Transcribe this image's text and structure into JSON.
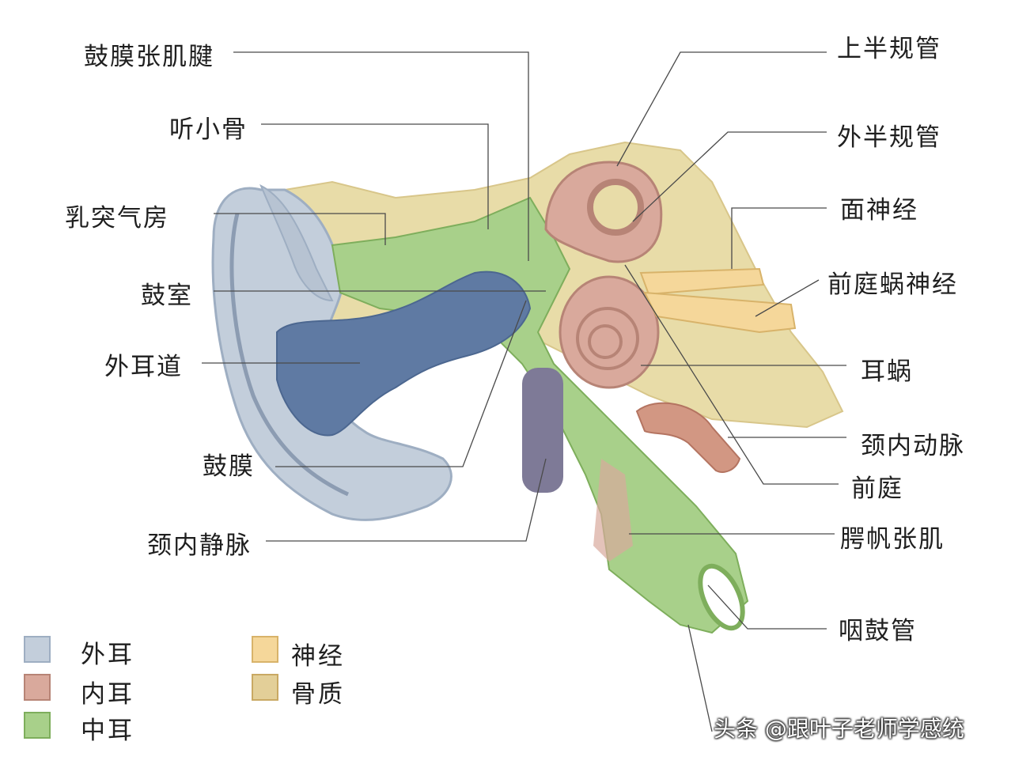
{
  "labels": {
    "tensor_tympani_tendon": "鼓膜张肌腱",
    "ossicles": "听小骨",
    "mastoid_air_cells": "乳突气房",
    "tympanic_cavity": "鼓室",
    "external_auditory_canal": "外耳道",
    "eardrum": "鼓膜",
    "internal_jugular_vein": "颈内静脉",
    "superior_semicircular_canal": "上半规管",
    "lateral_semicircular_canal": "外半规管",
    "facial_nerve": "面神经",
    "vestibulocochlear_nerve": "前庭蜗神经",
    "cochlea": "耳蜗",
    "internal_carotid_artery": "颈内动脉",
    "vestibule": "前庭",
    "tensor_veli_palatini": "腭帆张肌",
    "eustachian_tube": "咽鼓管"
  },
  "legend": [
    {
      "label": "外耳",
      "color": "#c3cedb"
    },
    {
      "label": "内耳",
      "color": "#d9a99c"
    },
    {
      "label": "中耳",
      "color": "#a8d08a"
    },
    {
      "label": "神经",
      "color": "#f5d79a"
    },
    {
      "label": "骨质",
      "color": "#e3cf98"
    }
  ],
  "watermark": "头条 @跟叶子老师学感统",
  "colors": {
    "outer_ear": "#c3cedb",
    "canal": "#5f7aa3",
    "inner_ear": "#d9a99c",
    "middle_ear": "#8fc26a",
    "nerve": "#f5d79a",
    "bone": "#e8dca8",
    "vessel": "#7e7a97",
    "line": "#4a4a4a"
  }
}
